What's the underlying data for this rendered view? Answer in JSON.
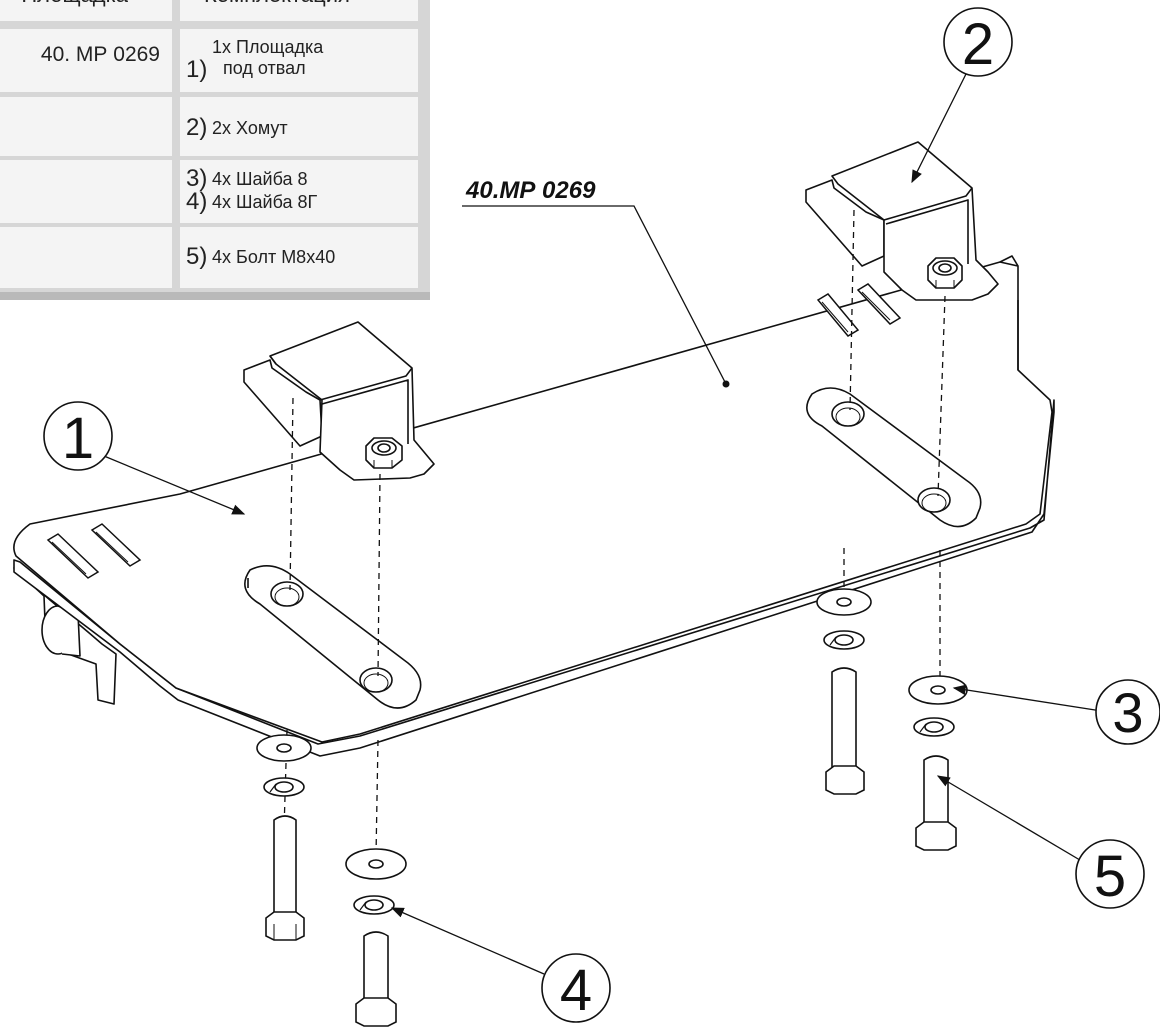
{
  "parts_table": {
    "header_left": "Площадка",
    "header_right": "Комплектация",
    "platform_code": "40. МР 0269",
    "kit_items": [
      {
        "num": "1)",
        "lines": [
          "1х Площадка",
          "под отвал"
        ]
      },
      {
        "num": "2)",
        "lines": [
          "2х Хомут"
        ]
      },
      {
        "num": "3)",
        "lines": [
          "4х Шайба 8"
        ]
      },
      {
        "num": "4)",
        "lines": [
          "4х Шайба 8Г"
        ]
      },
      {
        "num": "5)",
        "lines": [
          "4х Болт М8х40"
        ]
      }
    ]
  },
  "drawing": {
    "part_code_label": "40.МР 0269",
    "callouts": [
      "1",
      "2",
      "3",
      "4",
      "5"
    ]
  }
}
